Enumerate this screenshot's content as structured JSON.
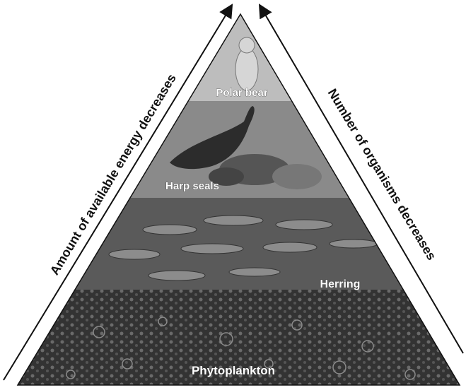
{
  "pyramid": {
    "levels": [
      {
        "label": "Polar bear",
        "icon": "polar-bear-icon"
      },
      {
        "label": "Harp seals",
        "icon": "harp-seal-icon"
      },
      {
        "label": "Herring",
        "icon": "herring-fish-icon"
      },
      {
        "label": "Phytoplankton",
        "icon": "phytoplankton-icon"
      }
    ]
  },
  "left_arrow": {
    "label": "Amount of available energy decreases"
  },
  "right_arrow": {
    "label": "Number of organisms decreases"
  },
  "colors": {
    "top_band": "#bdbdbd",
    "seal_band": "#8a8a8a",
    "herring_band": "#5a5a5a",
    "plankton_band": "#3a3a3a",
    "outline": "#111111"
  }
}
